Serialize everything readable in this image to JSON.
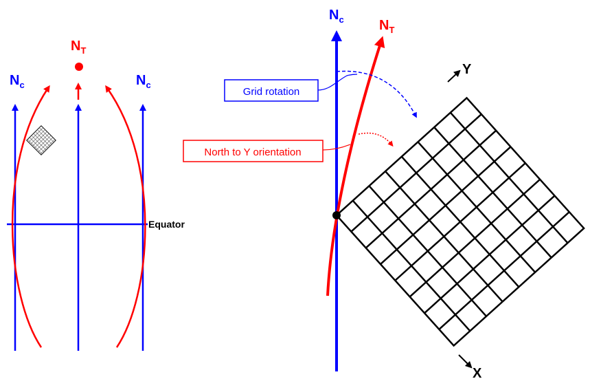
{
  "left_panel": {
    "north_true": {
      "main": "N",
      "sub": "T"
    },
    "north_compass_left": {
      "main": "N",
      "sub": "c"
    },
    "north_compass_right": {
      "main": "N",
      "sub": "c"
    },
    "equator_label": "Equator"
  },
  "right_panel": {
    "north_compass": {
      "main": "N",
      "sub": "c"
    },
    "north_true": {
      "main": "N",
      "sub": "T"
    },
    "y_axis_label": "Y",
    "x_axis_label": "X",
    "grid_rotation_label": "Grid rotation",
    "north_to_y_label": "North to Y orientation"
  },
  "colors": {
    "compass_north": "#0000ff",
    "true_north": "#ff0000",
    "grid": "#000000"
  }
}
